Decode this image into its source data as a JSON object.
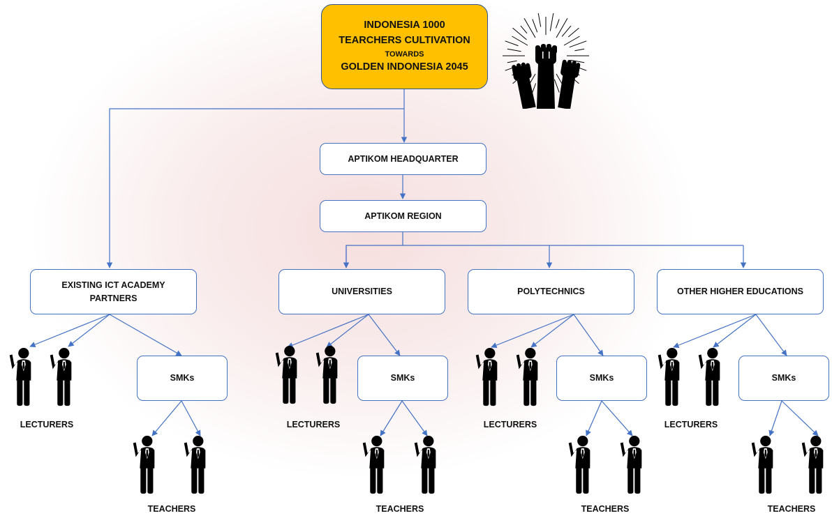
{
  "root": {
    "line1": "INDONESIA 1000",
    "line2": "TEARCHERS CULTIVATION",
    "line3": "TOWARDS",
    "line4": "GOLDEN INDONESIA 2045"
  },
  "headquarter": "APTIKOM HEADQUARTER",
  "region": "APTIKOM REGION",
  "partners": {
    "line1": "EXISTING ICT ACADEMY",
    "line2": "PARTNERS"
  },
  "branches": [
    {
      "title": "UNIVERSITIES",
      "smk": "SMKs",
      "lecturers": "LECTURERS",
      "teachers": "TEACHERS"
    },
    {
      "title": "POLYTECHNICS",
      "smk": "SMKs",
      "lecturers": "LECTURERS",
      "teachers": "TEACHERS"
    },
    {
      "title": "OTHER HIGHER EDUCATIONS",
      "smk": "SMKs",
      "lecturers": "LECTURERS",
      "teachers": "TEACHERS"
    }
  ],
  "partners_branch": {
    "smk": "SMKs",
    "lecturers": "LECTURERS",
    "teachers": "TEACHERS"
  },
  "colors": {
    "root_fill": "#ffc000",
    "box_border": "#4472c4",
    "connector": "#4472c4",
    "figure": "#000000"
  },
  "icons": [
    "raised-fists-icon",
    "person-icon"
  ]
}
